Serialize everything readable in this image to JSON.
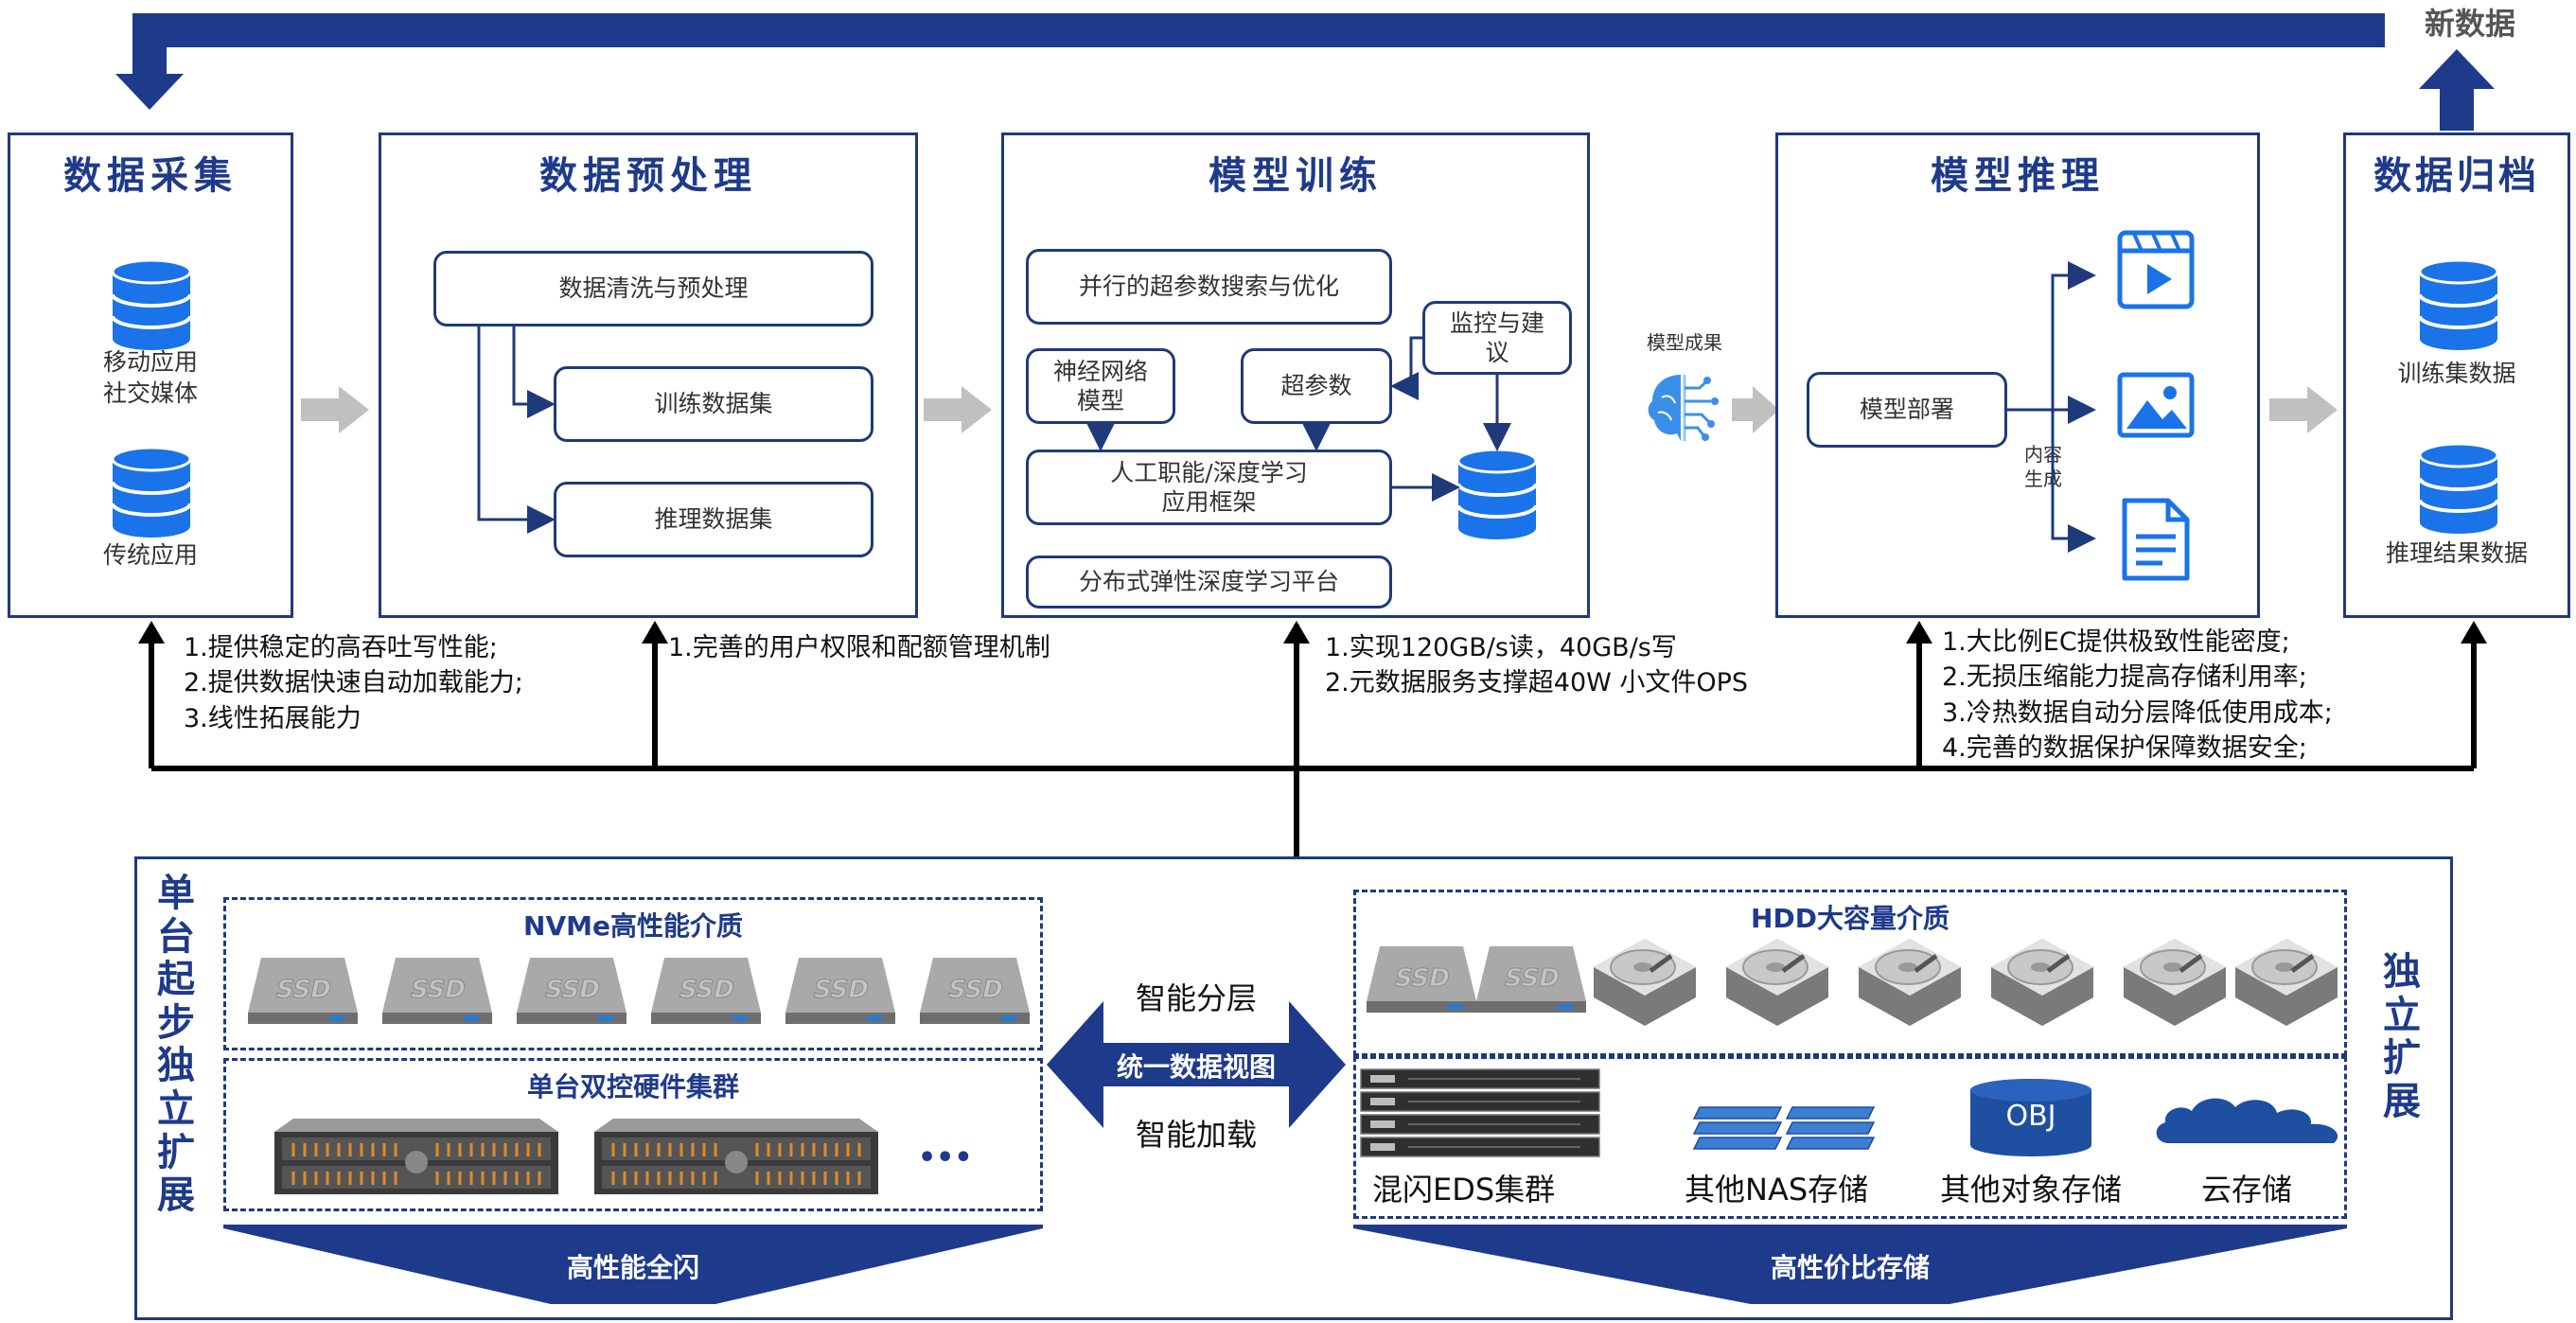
{
  "feedback": {
    "label": "新数据"
  },
  "stages": {
    "collect": {
      "title": "数据采集",
      "db1": "移动应用\n社交媒体",
      "db2": "传统应用"
    },
    "preprocess": {
      "title": "数据预处理",
      "main": "数据清洗与预处理",
      "train_set": "训练数据集",
      "infer_set": "推理数据集"
    },
    "training": {
      "title": "模型训练",
      "search": "并行的超参数搜索与优化",
      "nn": "神经网络\n模型",
      "hyper": "超参数",
      "monitor": "监控与建\n议",
      "framework": "人工职能/深度学习\n应用框架",
      "platform": "分布式弹性深度学习平台",
      "result_label": "模型成果"
    },
    "inference": {
      "title": "模型推理",
      "deploy": "模型部署",
      "gen_label": "内容\n生成"
    },
    "archive": {
      "title": "数据归档",
      "db1": "训练集数据",
      "db2": "推理结果数据"
    }
  },
  "notes": {
    "collect": [
      "1.提供稳定的高吞吐写性能;",
      "2.提供数据快速自动加载能力;",
      "3.线性拓展能力"
    ],
    "preprocess": [
      "1.完善的用户权限和配额管理机制"
    ],
    "training": [
      "1.实现120GB/s读，40GB/s写",
      "2.元数据服务支撑超40W 小文件OPS"
    ],
    "inference": [
      "1.大比例EC提供极致性能密度;",
      "2.无损压缩能力提高存储利用率;",
      "3.冷热数据自动分层降低使用成本;",
      "4.完善的数据保护保障数据安全;"
    ]
  },
  "storage": {
    "left_side": "单台起步独立扩展",
    "right_side": "独立扩展",
    "nvme_title": "NVMe高性能介质",
    "ssd_label": "SSD",
    "cluster_title": "单台双控硬件集群",
    "more": "•••",
    "left_banner": "高性能全闪",
    "center_top": "智能分层",
    "center_mid": "统一数据视图",
    "center_bottom": "智能加载",
    "hdd_title": "HDD大容量介质",
    "eds": "混闪EDS集群",
    "nas": "其他NAS存储",
    "obj_icon": "OBJ",
    "obj": "其他对象存储",
    "cloud": "云存储",
    "right_banner": "高性价比存储"
  },
  "colors": {
    "navy": "#1e3a7b",
    "accent": "#1e3a8a",
    "icon_blue": "#1a73e8",
    "arrow_gray": "#c0c0c0"
  }
}
